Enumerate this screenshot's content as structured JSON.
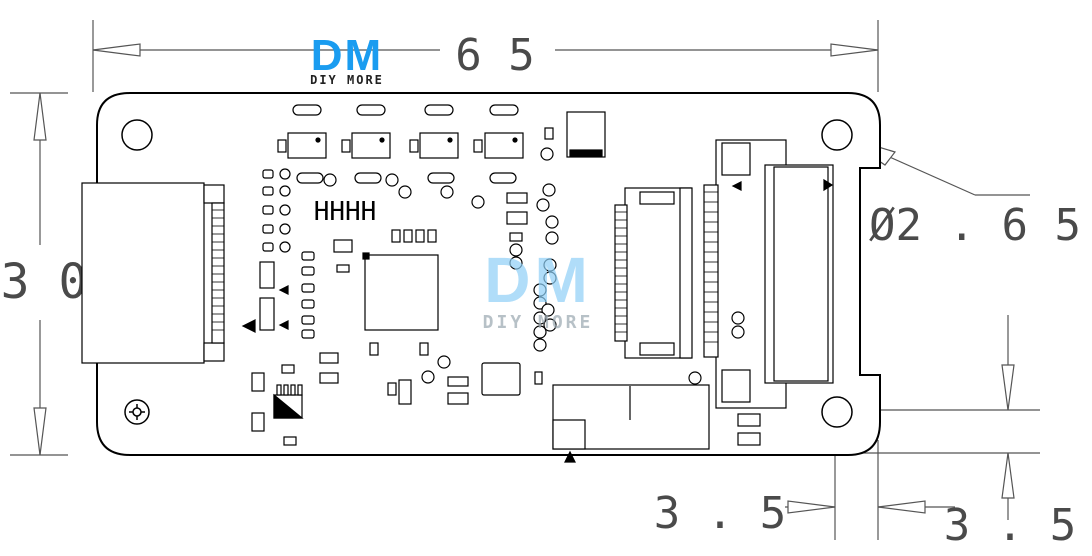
{
  "logo": {
    "mark": "DM",
    "wordmark": "DIY MORE",
    "brand_color": "#1a9cf0"
  },
  "watermark": {
    "mark": "DM",
    "wordmark": "DIY MORE"
  },
  "dimensions": {
    "width": "6 5",
    "height": "3 0",
    "hole_diameter": "Ø2 . 6 5",
    "hole_offset_x": "3 . 5",
    "hole_offset_y": "3 . 5"
  },
  "board": {
    "component_label": "HHHH"
  },
  "colors": {
    "outline": "#000000",
    "dimension_lines": "#555555",
    "fill": "#ffffff"
  }
}
